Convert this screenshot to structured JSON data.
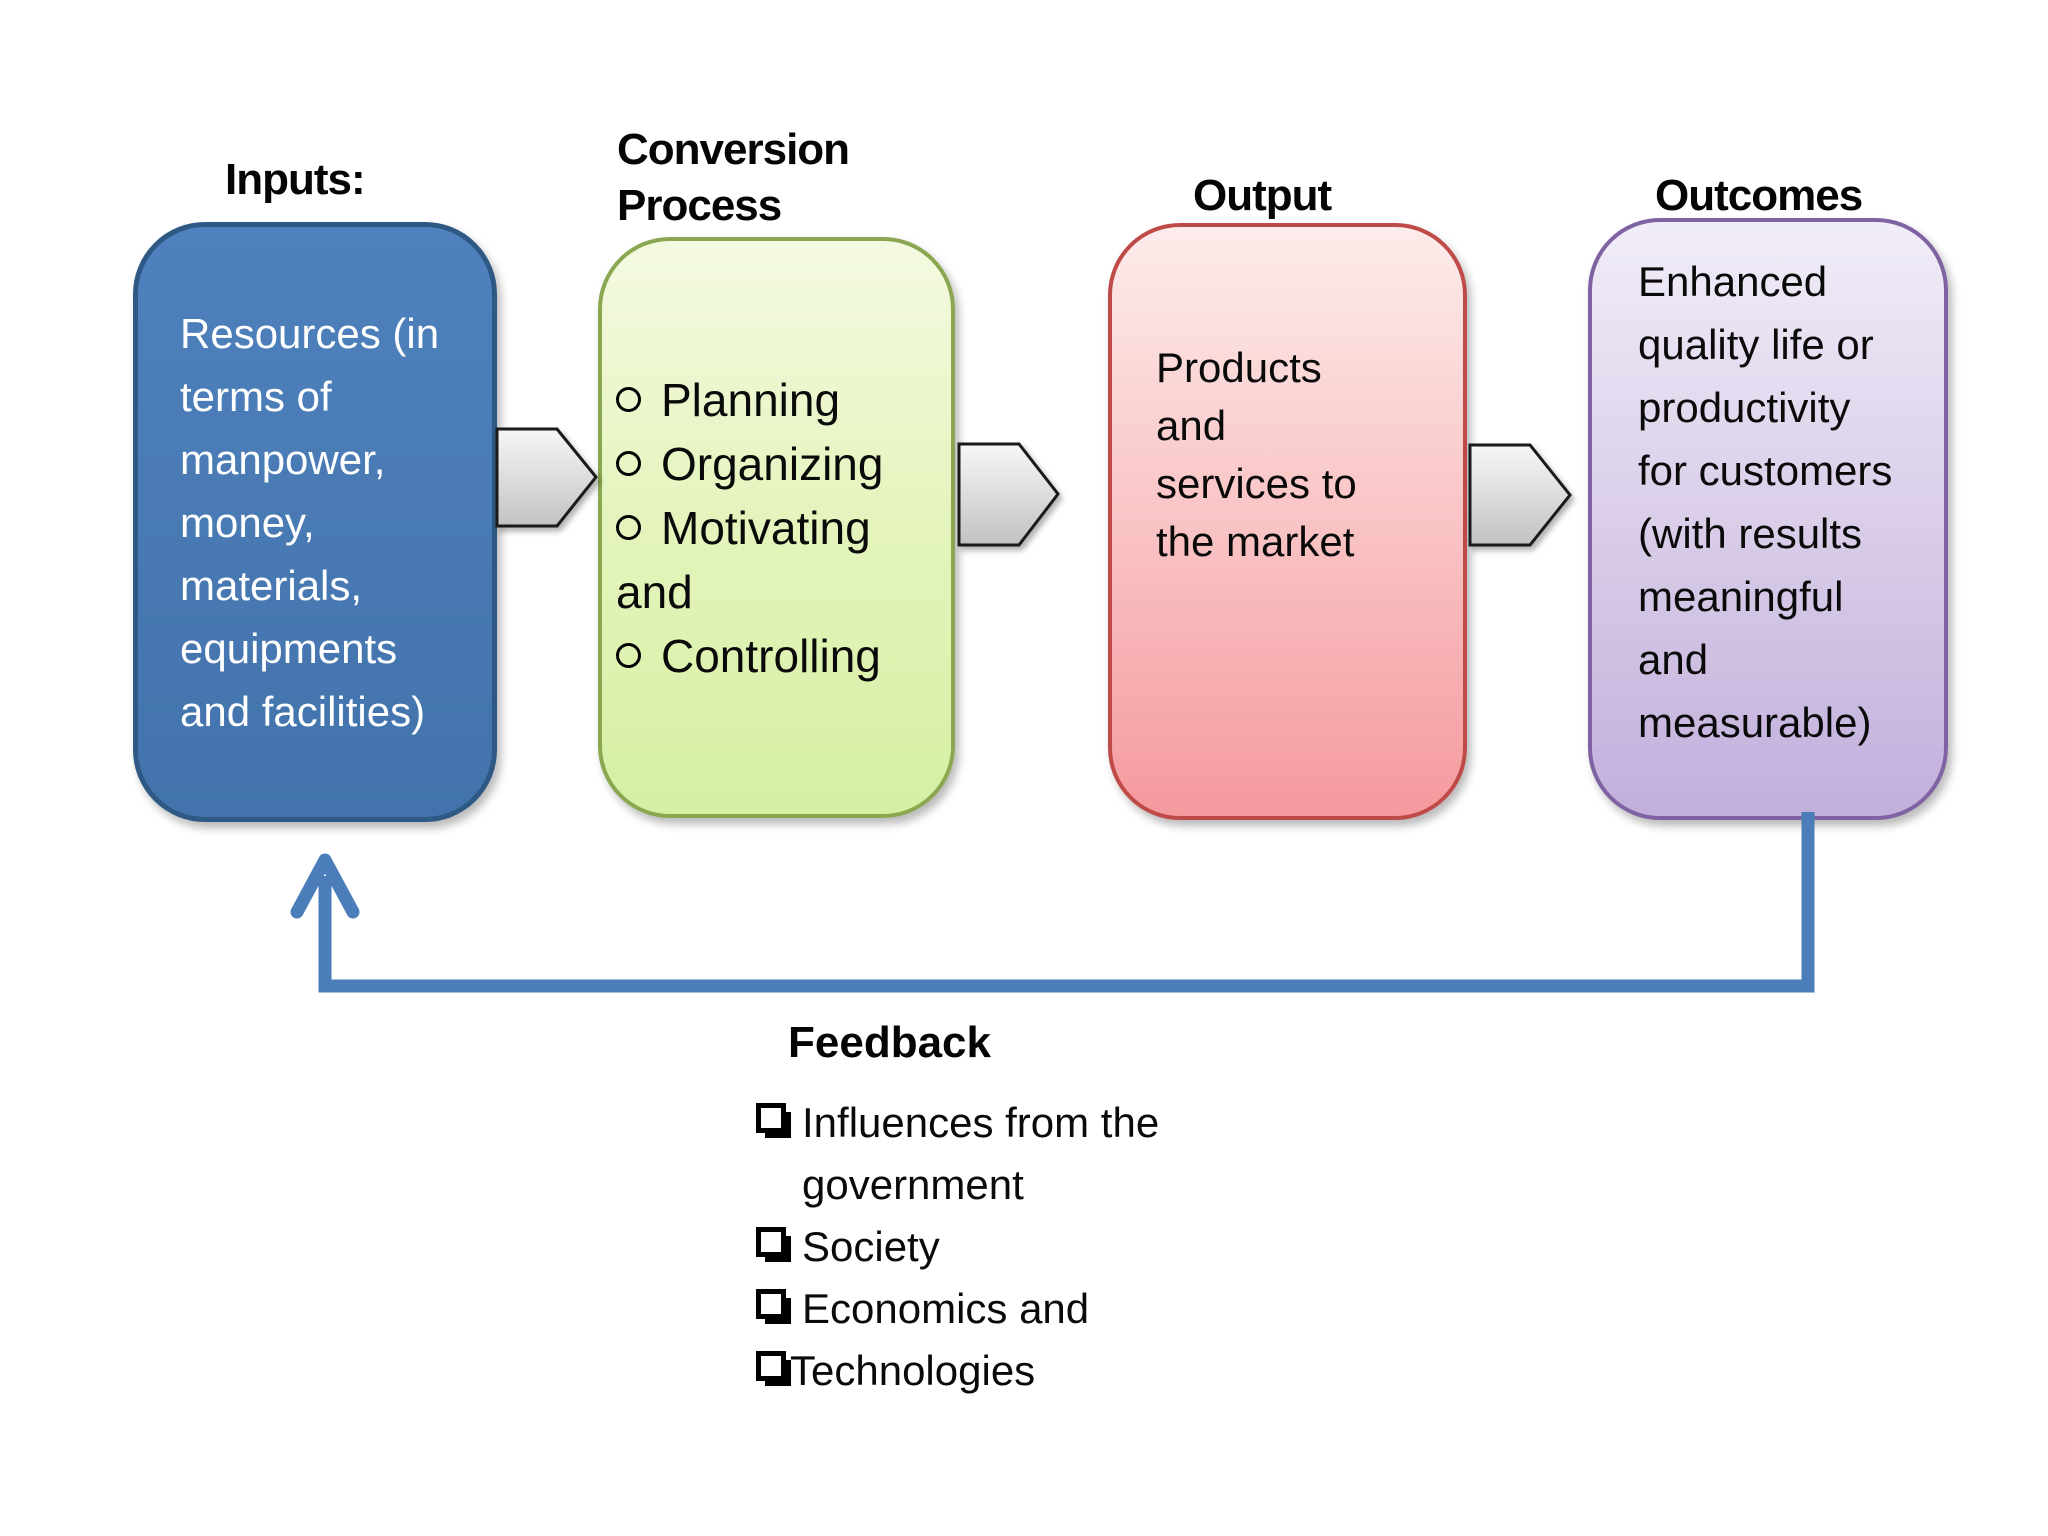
{
  "diagram": {
    "stages": [
      {
        "id": "inputs",
        "label": "Inputs:",
        "body": "Resources (in\nterms of\nmanpower,\nmoney,\nmaterials,\nequipments\nand facilities)",
        "fill": "#4A7DBA",
        "border": "#2E5984",
        "text_color": "#FFFFFF"
      },
      {
        "id": "conversion-process",
        "label": "Conversion\nProcess",
        "bullet_icon": "circle-outline-bullet",
        "items": [
          {
            "bullet": true,
            "label": "Planning"
          },
          {
            "bullet": true,
            "label": "Organizing"
          },
          {
            "bullet": true,
            "label": "Motivating"
          },
          {
            "bullet": false,
            "label": "and"
          },
          {
            "bullet": true,
            "label": "Controlling"
          }
        ],
        "fill_top": "#F4FAE1",
        "fill_bottom": "#D6EFA3",
        "border": "#8CA751",
        "text_color": "#000000"
      },
      {
        "id": "output",
        "label": "Output",
        "body": "Products\nand\nservices to\nthe market",
        "fill_top": "#FCECEB",
        "fill_bottom": "#F5999E",
        "border": "#BE4B47",
        "text_color": "#000000"
      },
      {
        "id": "outcomes",
        "label": "Outcomes",
        "body": "Enhanced\nquality life or\nproductivity\nfor customers\n(with results\nmeaningful\nand\nmeasurable)",
        "fill_top": "#F1EDF8",
        "fill_bottom": "#C1AFDC",
        "border": "#7E62A1",
        "text_color": "#000000"
      }
    ],
    "connectors": {
      "flow_arrow_icon": "pentagon-right-arrow",
      "flow_arrow_fill_top": "#F7F7F7",
      "flow_arrow_fill_bottom": "#C2C2C2",
      "flow_arrow_border": "#1A1A1A",
      "feedback_line_color": "#4C7DBB"
    },
    "feedback": {
      "title": "Feedback",
      "checkbox_icon": "shadowed-square-checkbox",
      "items": [
        {
          "label": "Influences from the\ngovernment"
        },
        {
          "label": "Society"
        },
        {
          "label": "Economics and"
        },
        {
          "label": "Technologies"
        }
      ]
    }
  }
}
